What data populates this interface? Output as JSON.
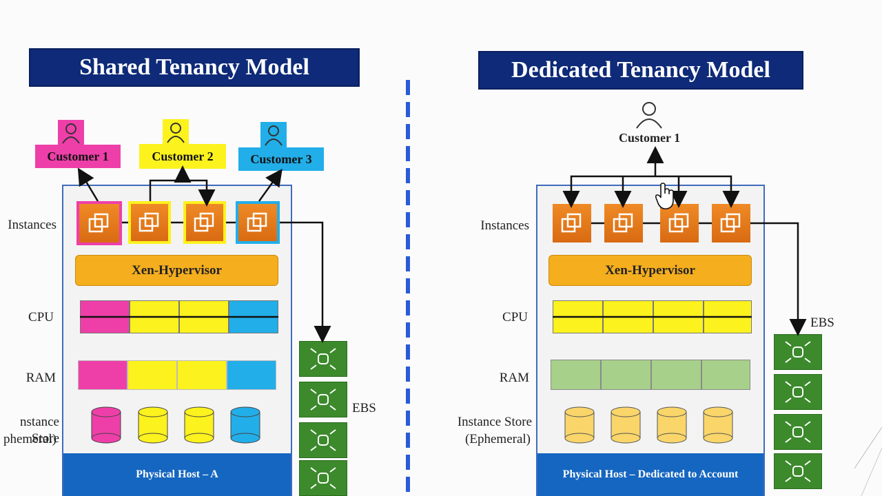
{
  "shared": {
    "title": "Shared Tenancy Model",
    "customers": [
      {
        "label": "Customer 1",
        "color": "#ee3fa9"
      },
      {
        "label": "Customer 2",
        "color": "#fcf21d"
      },
      {
        "label": "Customer 3",
        "color": "#22aee8"
      }
    ],
    "row_labels": {
      "instances": "Instances",
      "cpu": "CPU",
      "ram": "RAM",
      "store_1": "nstance Store",
      "store_2": "phemeral)"
    },
    "hypervisor": "Xen-Hypervisor",
    "ebs": "EBS",
    "footer": "Physical Host – A"
  },
  "dedicated": {
    "title": "Dedicated Tenancy Model",
    "customer": "Customer 1",
    "row_labels": {
      "instances": "Instances",
      "cpu": "CPU",
      "ram": "RAM",
      "store_1": "Instance Store",
      "store_2": "(Ephemeral)"
    },
    "hypervisor": "Xen-Hypervisor",
    "ebs": "EBS",
    "footer": "Physical Host – Dedicated to Account"
  },
  "colors": {
    "pink": "#ee3fa9",
    "yellow": "#fcf21d",
    "blue": "#22aee8",
    "green_ram": "#a7d08a",
    "gold_store": "#f9d56a",
    "orange": "#e67a1c",
    "navy": "#0e2a78",
    "ebs_green": "#3c8a2c"
  },
  "icons": [
    "person-icon",
    "instance-icon",
    "ebs-volume-icon",
    "hand-cursor-icon"
  ]
}
